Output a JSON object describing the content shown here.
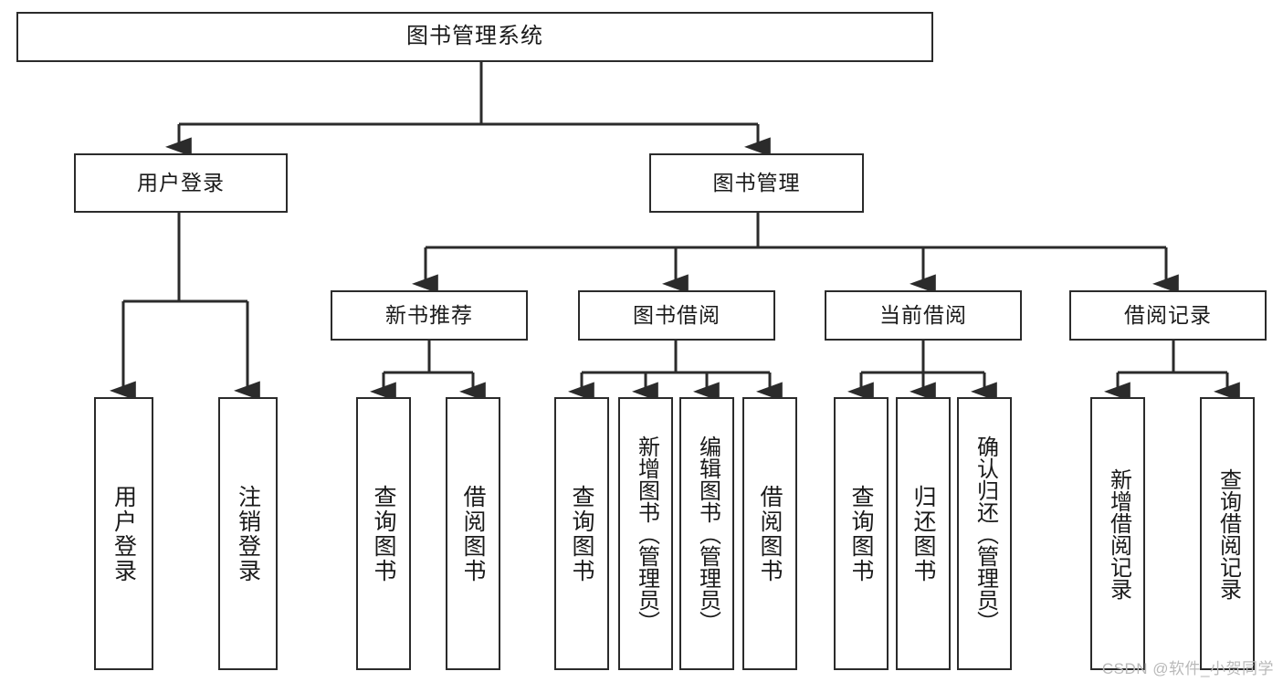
{
  "diagram": {
    "title": "图书管理系统",
    "type": "tree",
    "colors": {
      "box_border": "#2b2b2b",
      "box_fill": "#ffffff",
      "connector": "#2b2b2b",
      "watermark": "#b9b9b9",
      "background": "#ffffff"
    },
    "root": {
      "label": "图书管理系统"
    },
    "level2": [
      {
        "label": "用户登录"
      },
      {
        "label": "图书管理"
      }
    ],
    "level3": [
      {
        "label": "新书推荐"
      },
      {
        "label": "图书借阅"
      },
      {
        "label": "当前借阅"
      },
      {
        "label": "借阅记录"
      }
    ],
    "leaves": {
      "user_login": [
        {
          "label": "用户登录"
        },
        {
          "label": "注销登录"
        }
      ],
      "new_book_recommend": [
        {
          "label": "查询图书"
        },
        {
          "label": "借阅图书"
        }
      ],
      "book_borrow": [
        {
          "label": "查询图书"
        },
        {
          "label": "新增图书（管理员）"
        },
        {
          "label": "编辑图书（管理员）"
        },
        {
          "label": "借阅图书"
        }
      ],
      "current_borrow": [
        {
          "label": "查询图书"
        },
        {
          "label": "归还图书"
        },
        {
          "label": "确认归还（管理员）"
        }
      ],
      "borrow_record": [
        {
          "label": "新增借阅记录"
        },
        {
          "label": "查询借阅记录"
        }
      ]
    }
  },
  "watermark": {
    "text": "CSDN @软件_小贺同学"
  }
}
